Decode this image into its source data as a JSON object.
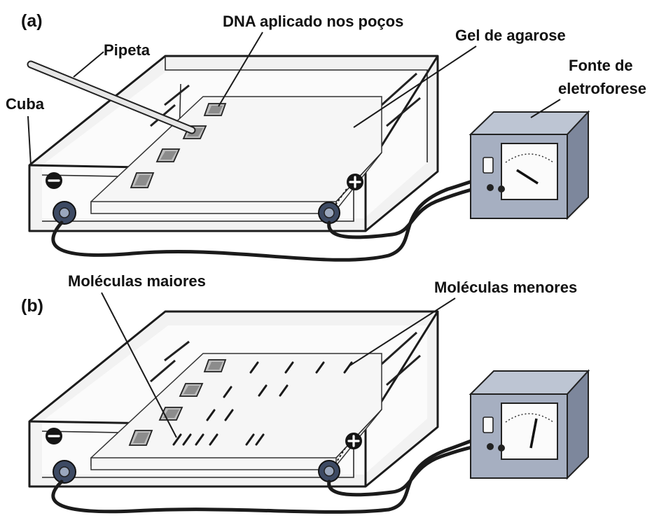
{
  "panels": [
    {
      "id": "a",
      "label": "(a)",
      "callouts": {
        "dna_wells": "DNA aplicado nos poços",
        "gel": "Gel de agarose",
        "pipette": "Pipeta",
        "tank": "Cuba",
        "power_line1": "Fonte de",
        "power_line2": "eletroforese"
      },
      "meter_needle": "left"
    },
    {
      "id": "b",
      "label": "(b)",
      "callouts": {
        "larger": "Moléculas maiores",
        "smaller": "Moléculas menores"
      },
      "meter_needle": "upright"
    }
  ],
  "icons": {
    "negative": "minus-electrode-icon",
    "positive": "plus-electrode-icon"
  }
}
